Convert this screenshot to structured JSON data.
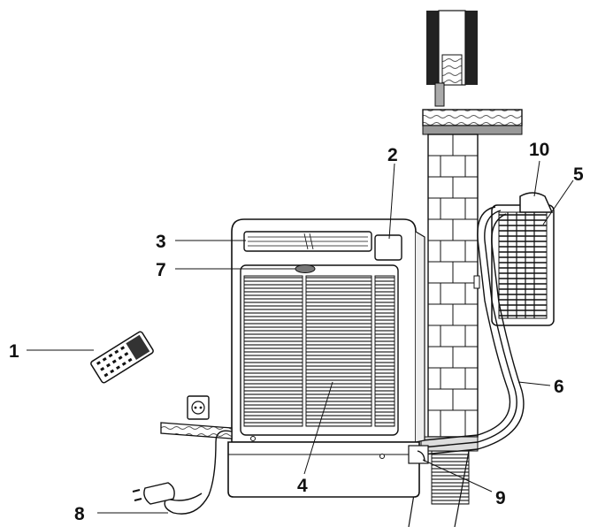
{
  "callouts": [
    {
      "id": "1",
      "label": "1"
    },
    {
      "id": "2",
      "label": "2"
    },
    {
      "id": "3",
      "label": "3"
    },
    {
      "id": "4",
      "label": "4"
    },
    {
      "id": "5",
      "label": "5"
    },
    {
      "id": "6",
      "label": "6"
    },
    {
      "id": "7",
      "label": "7"
    },
    {
      "id": "8",
      "label": "8"
    },
    {
      "id": "9",
      "label": "9"
    },
    {
      "id": "10",
      "label": "10"
    }
  ],
  "colors": {
    "ink": "#111111",
    "background": "#ffffff",
    "hatch": "#555555"
  }
}
